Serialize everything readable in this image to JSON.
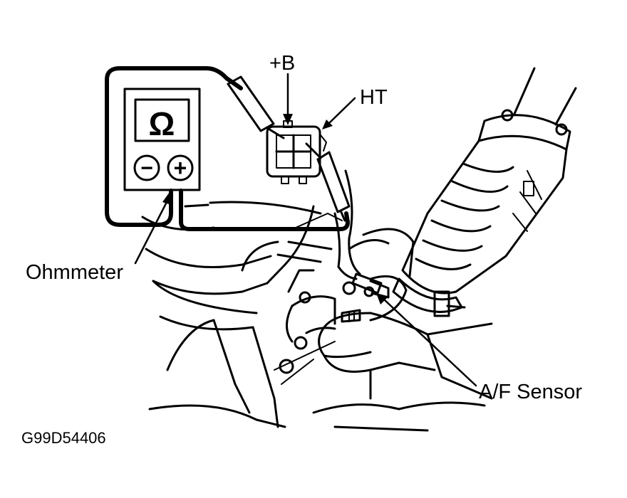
{
  "labels": {
    "plus_b": "+B",
    "ht": "HT",
    "ohmmeter": "Ohmmeter",
    "af_sensor": "A/F Sensor",
    "figure_code": "G99D54406"
  },
  "meter": {
    "display_symbol": "Ω",
    "minus_symbol": "−",
    "plus_symbol": "+"
  },
  "colors": {
    "ink": "#000000",
    "paper": "#ffffff"
  }
}
